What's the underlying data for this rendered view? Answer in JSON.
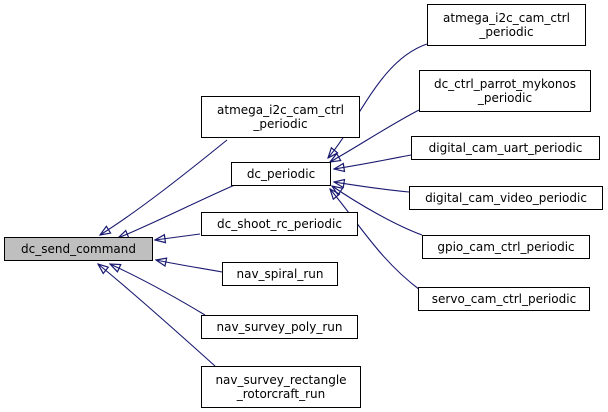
{
  "graph": {
    "root": {
      "label": "dc_send_command"
    },
    "callers": [
      {
        "id": "n_atmega_left",
        "label": "atmega_i2c_cam_ctrl\n_periodic"
      },
      {
        "id": "n_dc_periodic",
        "label": "dc_periodic"
      },
      {
        "id": "n_dc_shoot",
        "label": "dc_shoot_rc_periodic"
      },
      {
        "id": "n_nav_spiral",
        "label": "nav_spiral_run"
      },
      {
        "id": "n_nav_poly",
        "label": "nav_survey_poly_run"
      },
      {
        "id": "n_nav_rect",
        "label": "nav_survey_rectangle\n_rotorcraft_run"
      }
    ],
    "periodic_callers": [
      {
        "id": "n_atmega_right",
        "label": "atmega_i2c_cam_ctrl\n_periodic"
      },
      {
        "id": "n_parrot",
        "label": "dc_ctrl_parrot_mykonos\n_periodic"
      },
      {
        "id": "n_uart",
        "label": "digital_cam_uart_periodic"
      },
      {
        "id": "n_video",
        "label": "digital_cam_video_periodic"
      },
      {
        "id": "n_gpio",
        "label": "gpio_cam_ctrl_periodic"
      },
      {
        "id": "n_servo",
        "label": "servo_cam_ctrl_periodic"
      }
    ],
    "colors": {
      "edge": "#191970",
      "root_fill": "#bfbfbf",
      "border": "#000000"
    }
  }
}
